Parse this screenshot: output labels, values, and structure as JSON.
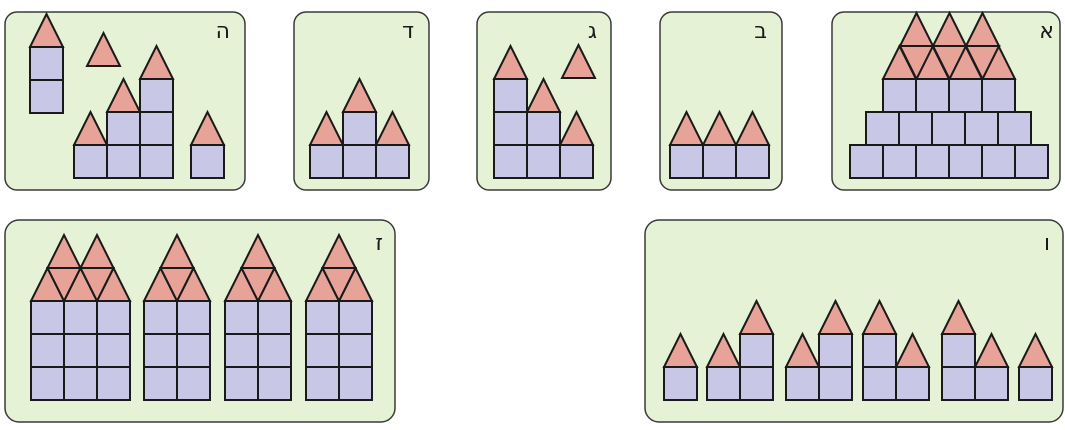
{
  "panels": [
    {
      "id": "alef",
      "label": "א"
    },
    {
      "id": "bet",
      "label": "ב"
    },
    {
      "id": "gimel",
      "label": "ג"
    },
    {
      "id": "dalet",
      "label": "ד"
    },
    {
      "id": "he",
      "label": "ה"
    },
    {
      "id": "vav",
      "label": "ו"
    },
    {
      "id": "zayin",
      "label": "ז"
    }
  ],
  "colors": {
    "panel_fill": "#e6f2d6",
    "square_fill": "#c8c8e6",
    "triangle_fill": "#e8a398",
    "outline": "#1a1a1a"
  }
}
